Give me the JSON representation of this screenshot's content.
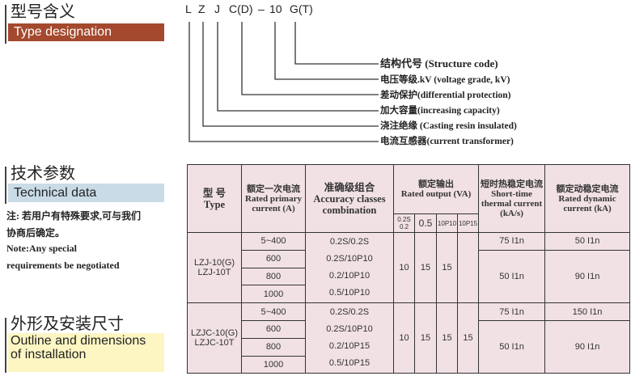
{
  "type_designation": {
    "title_cn": "型号含义",
    "title_en": "Type designation",
    "code": [
      "L",
      "Z",
      "J",
      "C(D)",
      "–",
      "10",
      "G(T)"
    ],
    "labels": [
      "结构代号 (Structure code)",
      "电压等级.kV (voltage grade, kV)",
      "差动保护(differential protection)",
      "加大容量(increasing capacity)",
      "浇注绝缘 (Casting resin  insulated)",
      "电流互感器(current transformer)"
    ]
  },
  "technical_data": {
    "title_cn": "技术参数",
    "title_en": "Technical data",
    "note_cn_1": "注: 若用户有特殊要求,可与我们",
    "note_cn_2": "协商后确定。",
    "note_en_1": "Note:Any special",
    "note_en_2": "requirements be negotiated"
  },
  "outline": {
    "title_cn": "外形及安装尺寸",
    "title_en_1": "Outline and dimensions",
    "title_en_2": "of installation"
  },
  "table": {
    "headers": {
      "type_cn": "型 号",
      "type_en": "Type",
      "current_cn": "额定一次电流",
      "current_en": "Rated primary current (A)",
      "acc_cn": "准确级组合",
      "acc_en": "Accuracy classes combination",
      "out_cn": "额定输出",
      "out_en": "Rated output  (VA)",
      "sub": [
        "0.2S",
        "0.2",
        "0.5",
        "10P10",
        "10P15"
      ],
      "thermal_cn": "短时热稳定电流",
      "thermal_en": "Short-time thermal current (kA/s)",
      "dyn_cn": "额定动稳定电流",
      "dyn_en": "Rated dynamic current (kA)"
    },
    "groups": [
      {
        "type": [
          "LZJ-10(G)",
          "LZJ-10T"
        ],
        "currents": [
          "5~400",
          "600",
          "800",
          "1000"
        ],
        "accuracy": [
          "0.2S/0.2S",
          "0.2S/10P10",
          "0.2/10P10",
          "0.5/10P10"
        ],
        "outputs": [
          "10",
          "15",
          "15",
          ""
        ],
        "thermal": [
          "75 I1n",
          "50 I1n"
        ],
        "dynamic": [
          "50 I1n",
          "90 I1n"
        ]
      },
      {
        "type": [
          "LZJC-10(G)",
          "LZJC-10T"
        ],
        "currents": [
          "5~400",
          "600",
          "800",
          "1000"
        ],
        "accuracy": [
          "0.2S/0.2S",
          "0.2S/10P10",
          "0.2/10P15",
          "0.5/10P15"
        ],
        "outputs": [
          "10",
          "15",
          "15",
          "15"
        ],
        "thermal": [
          "75 I1n",
          "50 I1n"
        ],
        "dynamic": [
          "150 I1n",
          "90 I1n"
        ]
      }
    ]
  },
  "colors": {
    "brown": "#a4492d",
    "blue": "#c9dbe6",
    "yellow": "#fdf6c3",
    "table_bg": "#f1e1e4"
  }
}
